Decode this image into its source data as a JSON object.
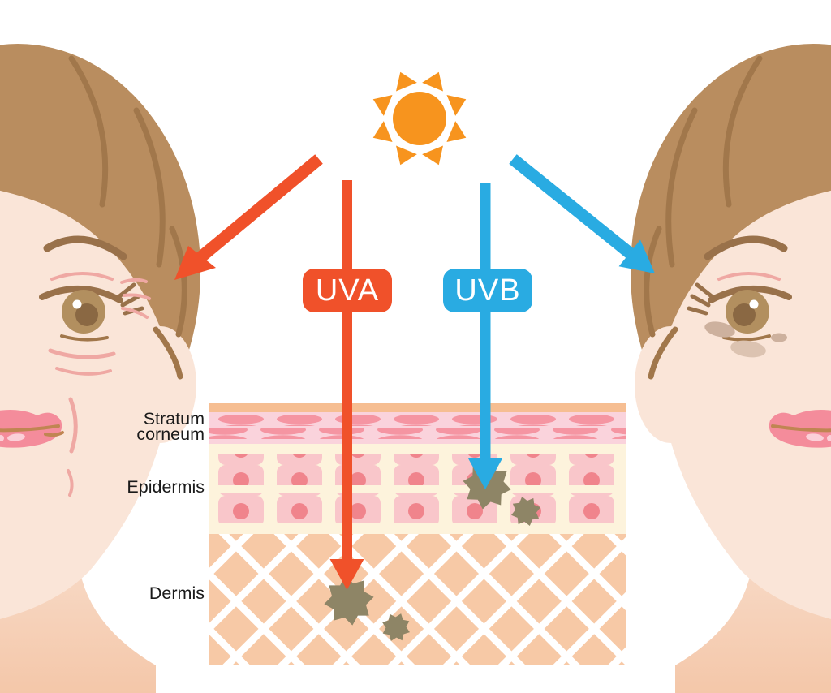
{
  "rays": [
    {
      "label": "UVA",
      "color": "#F0512A",
      "depicted_penetration": "Dermis"
    },
    {
      "label": "UVB",
      "color": "#29ABE2",
      "depicted_penetration": "Epidermis"
    }
  ],
  "skin_layers": [
    {
      "label": "Stratum corneum"
    },
    {
      "label": "Epidermis"
    },
    {
      "label": "Dermis"
    }
  ],
  "icons": {
    "sun": "sun-icon",
    "melanin_spots": "melanin-damage-spots"
  },
  "colors": {
    "sun": "#F7941E",
    "uva": "#F0512A",
    "uvb": "#29ABE2",
    "melanin": "#8E8566",
    "label_text": "#1A1A1A",
    "skin": "#FAE5D8",
    "skin_shadow": "#F4C7A9",
    "hair": "#B98D5F",
    "hair_line": "#A1774B",
    "brow": "#99714A",
    "iris": "#B28F5F",
    "iris_dark": "#8A6843",
    "lips": "#F48C9B",
    "lip_line": "#C08552",
    "lip_highlight": "#FBD0D8",
    "wrinkle": "#EFA8A3",
    "spot_dark": "#CDB19E",
    "spot_light": "#DCC3B1",
    "corneum_strip": "#F6BE92",
    "stratum_bg": "#FAD3DC",
    "stratum_cell": "#F595A2",
    "epidermis_bg": "#FDF3DC",
    "epidermis_cell": "#F9C6CA",
    "cell_nucleus": "#F0848C",
    "dermis_bg": "#F7C9A6"
  }
}
